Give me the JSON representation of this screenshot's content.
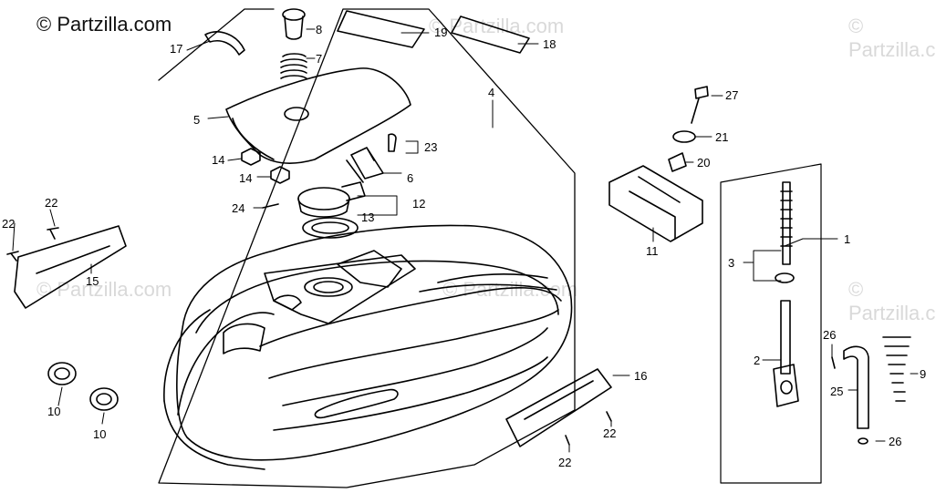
{
  "watermark": {
    "main": "© Partzilla.com",
    "faint": "© Partzilla.com"
  },
  "callouts": {
    "c1": "1",
    "c2": "2",
    "c3": "3",
    "c4": "4",
    "c5": "5",
    "c6": "6",
    "c7": "7",
    "c8": "8",
    "c9": "9",
    "c10a": "10",
    "c10b": "10",
    "c11": "11",
    "c12": "12",
    "c13": "13",
    "c14a": "14",
    "c14b": "14",
    "c15": "15",
    "c16": "16",
    "c17": "17",
    "c18": "18",
    "c19": "19",
    "c20": "20",
    "c21": "21",
    "c22a": "22",
    "c22b": "22",
    "c22c": "22",
    "c22d": "22",
    "c23": "23",
    "c24": "24",
    "c25": "25",
    "c26a": "26",
    "c26b": "26",
    "c27": "27"
  }
}
